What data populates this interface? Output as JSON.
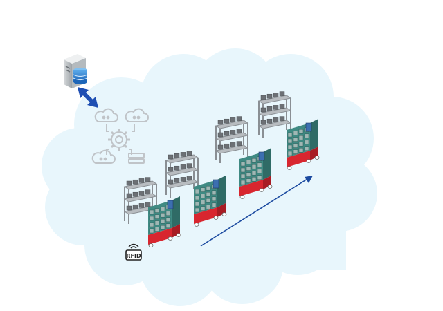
{
  "rfid_label": "RFID",
  "icons": {
    "server": "database-server-icon",
    "sync": "bidirectional-arrow-icon",
    "hub": "cloud-gear-network-icon",
    "tag": "rfid-tag-icon",
    "direction": "direction-arrow"
  },
  "colors": {
    "cloud": "#e8f6fc",
    "arrow_sync": "#1f4fb3",
    "arrow_direction": "#1b4aa0",
    "cart_base": "#d8262f",
    "cart_shelf": "#3f8a83",
    "rack_metal": "#8a8f94",
    "bin": "#6c7075",
    "hub_icon": "#c0c4c8"
  },
  "cart_count": 4,
  "rack_count": 4
}
